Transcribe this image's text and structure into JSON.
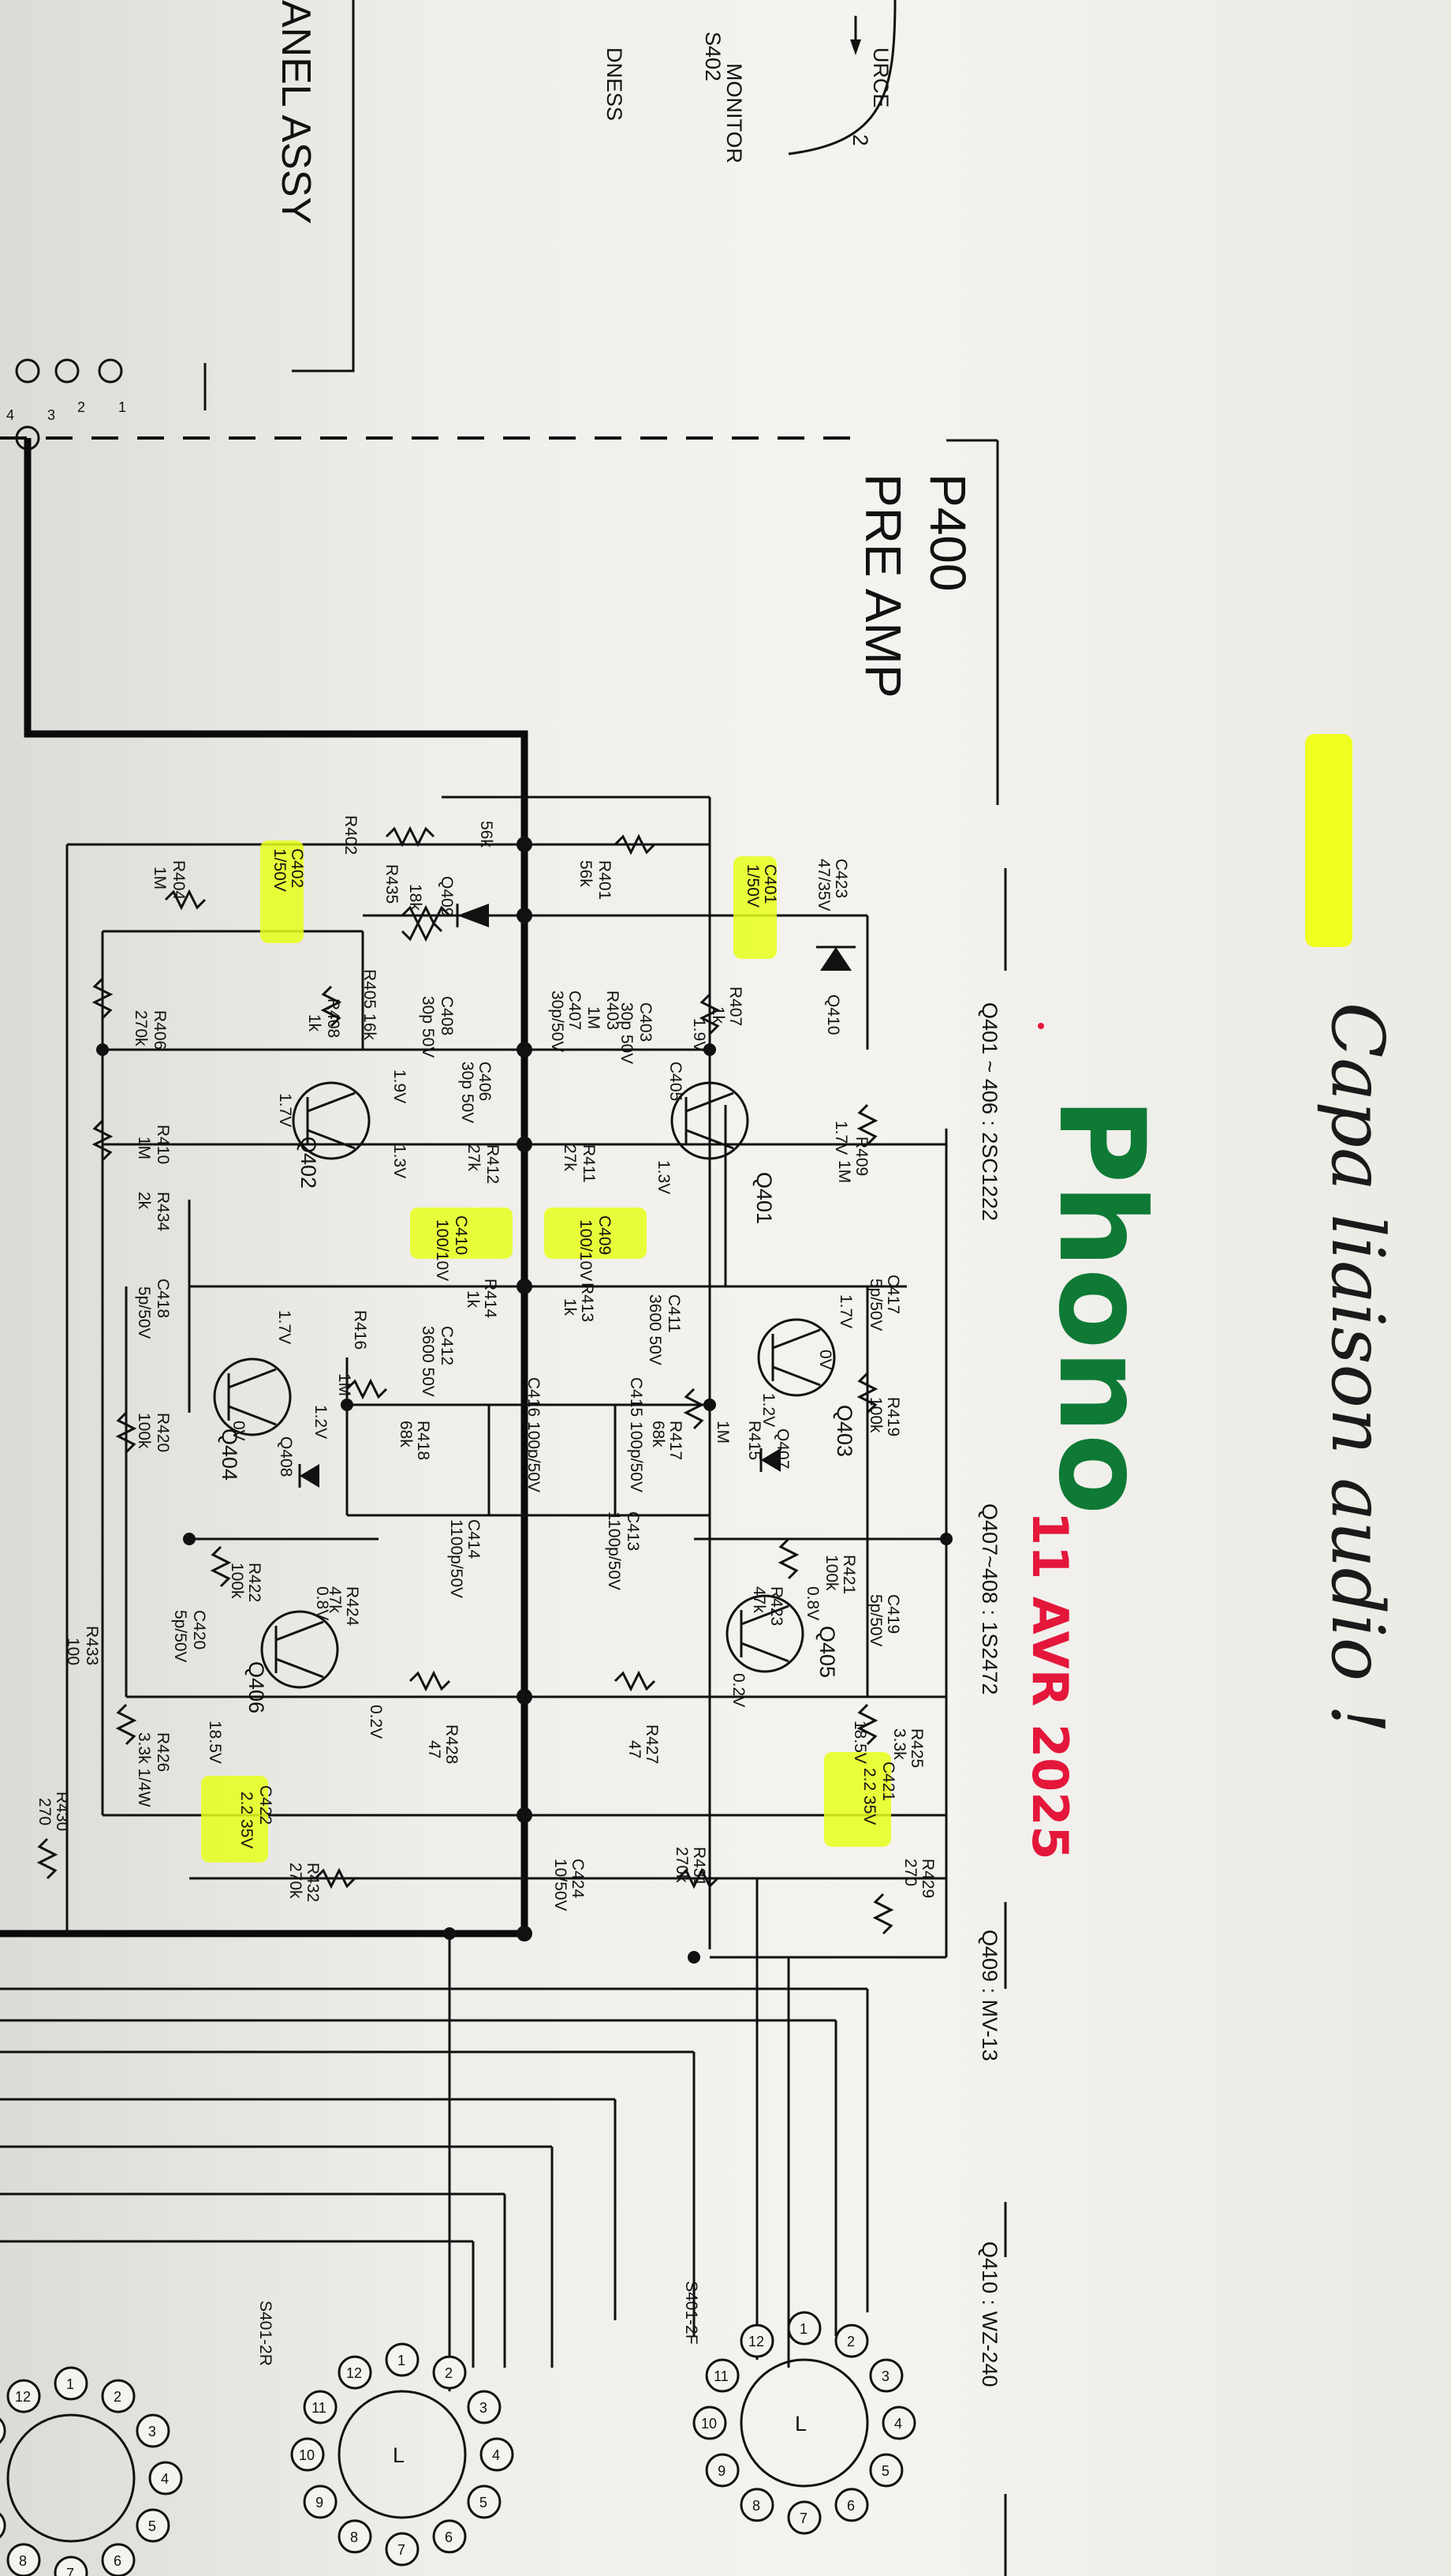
{
  "top_labels": {
    "source": "URCE",
    "monitor": "MONITOR",
    "monitor_ref": "S402",
    "loudness": "DNESS",
    "switch_pos": "2",
    "panel": "ANEL ASSY"
  },
  "section": {
    "board": "P400",
    "name": "PRE AMP"
  },
  "transistor_notes": [
    "Q401 ~ 406 : 2SC1222",
    "Q407~408 : 1S2472",
    "Q409 : MV-13",
    "Q410 : WZ-240"
  ],
  "handwriting": {
    "line1": "Capa liaison audio !",
    "line2": "Phono",
    "date": "11 AVR 2025"
  },
  "components": {
    "R402": "R402",
    "R402_v": "56k",
    "R435": "R435",
    "R435_v": "18k",
    "Q409": "Q409",
    "R405": "R405 16k",
    "R401": "R401",
    "R401_v": "56k",
    "R404": "R404",
    "R404_v": "1M",
    "C402": "C402",
    "C402_v": "1/50V",
    "C401": "C401",
    "C401_v": "1/50V",
    "C423": "C423",
    "C423_v": "47/35V",
    "Q410": "Q410",
    "R406": "R406",
    "R406_v": "270k",
    "R408": "R408",
    "R408_v": "1k",
    "C408": "C408",
    "C408_v": "30p 50V",
    "R403": "R403",
    "R403_v": "1M",
    "C407": "C407",
    "C407_v": "30p/50V",
    "R407": "R407",
    "R407_v": "1k",
    "v19a": "1.9V",
    "v19b": "1.9V",
    "C403": "C403",
    "C403_v": "30p 50V",
    "C406": "C406",
    "C406_v": "30p 50V",
    "C405": "C405",
    "v17a": "1.7V",
    "v17b": "1.7V",
    "v17c": "1.7V",
    "v17d": "1.7V",
    "v13a": "1.3V",
    "v13b": "1.3V",
    "R410": "R410",
    "R410_v": "1M",
    "R412": "R412",
    "R412_v": "27k",
    "R411": "R411",
    "R411_v": "27k",
    "R409": "R409",
    "R409_v": "1M",
    "Q401": "Q401",
    "Q402": "Q402",
    "R434": "R434",
    "R434_v": "2k",
    "C410": "C410",
    "C410_v": "100/10V",
    "C409": "C409",
    "C409_v": "100/10V",
    "C418": "C418",
    "C418_v": "5p/50V",
    "R414": "R414",
    "R414_v": "1k",
    "R413": "R413",
    "R413_v": "1k",
    "C411": "C411",
    "C411_v": "3600 50V",
    "C412": "C412",
    "C412_v": "3600 50V",
    "R416": "R416",
    "R416_v": "1M",
    "C417": "C417",
    "C417_v": "5p/50V",
    "Q404": "Q404",
    "Q403": "Q403",
    "v0a": "0V",
    "v0b": "0V",
    "v12a": "1.2V",
    "v12b": "1.2V",
    "R418": "R418",
    "R418_v": "68k",
    "R417": "R417",
    "R417_v": "68k",
    "R415": "R415",
    "R415_v": "1M",
    "C416": "C416  100p/50V",
    "C415": "C415  100p/50V",
    "R419": "R419",
    "R419_v": "100k",
    "R420": "R420",
    "R420_v": "100k",
    "Q408": "Q408",
    "Q407": "Q407",
    "C414": "C414",
    "C414_v": "1100p/50V",
    "C413": "C413",
    "C413_v": "1100p/50V",
    "R421": "R421",
    "R421_v": "100k",
    "R422": "R422",
    "R422_v": "100k",
    "v08a": "0.8V",
    "v08b": "0.8V",
    "R424": "R424",
    "R424_v": "47k",
    "R423": "R423",
    "R423_v": "47k",
    "Q406": "Q406",
    "Q405": "Q405",
    "C419": "C419",
    "C419_v": "5p/50V",
    "C420": "C420",
    "C420_v": "5p/50V",
    "R433": "R433",
    "R433_v": "100",
    "v02a": "0.2V",
    "v02b": "0.2V",
    "R428": "R428",
    "R428_v": "47",
    "R427": "R427",
    "R427_v": "47",
    "R426": "R426",
    "R426_v": "3.3k 1/4W",
    "R425": "R425",
    "R425_v": "3.3k",
    "v185a": "18.5V",
    "v185b": "18.5V",
    "C422": "C422",
    "C422_v": "2.2 35V",
    "C421": "C421",
    "C421_v": "2.2 35V",
    "R430": "R430",
    "R430_v": "270",
    "R429": "R429",
    "R429_v": "270",
    "R432": "R432",
    "R432_v": "270k",
    "R431": "R431",
    "R431_v": "270k",
    "C424": "C424",
    "C424_v": "10/50V",
    "S401_2F": "S401-2F",
    "S401_2R": "S401-2R"
  },
  "switch_pins": [
    "1",
    "2",
    "3",
    "4",
    "5",
    "6",
    "7",
    "8",
    "9",
    "10",
    "11",
    "12"
  ],
  "switch_center": "L",
  "connector_pins": [
    "1",
    "2",
    "3",
    "4"
  ],
  "colors": {
    "highlight": "#e6ff1a",
    "ink_black": "#111111",
    "ink_green": "#0e7a35",
    "ink_red": "#e4173b"
  }
}
